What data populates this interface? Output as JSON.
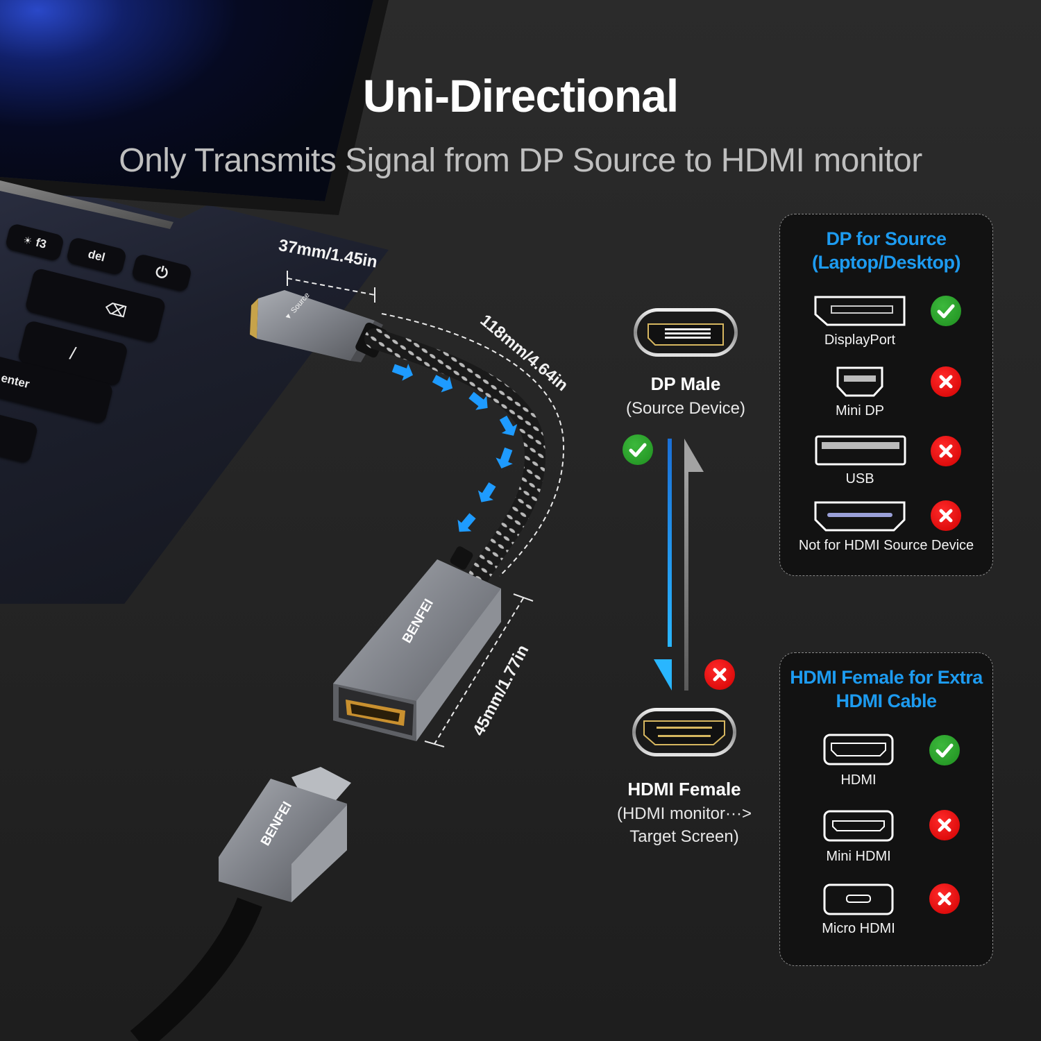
{
  "header": {
    "title": "Uni-Directional",
    "subtitle": "Only Transmits Signal from DP Source to HDMI monitor"
  },
  "laptop": {
    "keys": [
      "f3",
      "del",
      "power-symbol",
      "backspace-symbol",
      "/",
      "enter"
    ]
  },
  "product": {
    "brand": "BENFEI",
    "source_marker": "Source",
    "dimensions": {
      "dp_plug": "37mm/1.45in",
      "cable": "118mm/4.64in",
      "hdmi_housing": "45mm/1.77in"
    }
  },
  "signal_flow": {
    "top": {
      "label": "DP Male",
      "sublabel": "(Source Device)",
      "status": "ok"
    },
    "bottom": {
      "label": "HDMI Female",
      "sublabel_line1": "(HDMI monitor···>",
      "sublabel_line2": "Target Screen)",
      "status": "no"
    },
    "colors": {
      "forward_arrow": "#1e90ff",
      "reverse_arrow": "#8c8c8c"
    }
  },
  "source_panel": {
    "title_line1": "DP for Source",
    "title_line2": "(Laptop/Desktop)",
    "items": [
      {
        "label": "DisplayPort",
        "status": "ok"
      },
      {
        "label": "Mini DP",
        "status": "no"
      },
      {
        "label": "USB",
        "status": "no"
      },
      {
        "label": "Not for HDMI Source Device",
        "status": "no"
      }
    ]
  },
  "output_panel": {
    "title_line1": "HDMI Female for Extra",
    "title_line2": "HDMI Cable",
    "items": [
      {
        "label": "HDMI",
        "status": "ok"
      },
      {
        "label": "Mini HDMI",
        "status": "no"
      },
      {
        "label": "Micro HDMI",
        "status": "no"
      }
    ]
  },
  "colors": {
    "accent_blue": "#1d9bf0",
    "ok_green": "#2aa52a",
    "no_red": "#e00000",
    "background": "#262626"
  }
}
